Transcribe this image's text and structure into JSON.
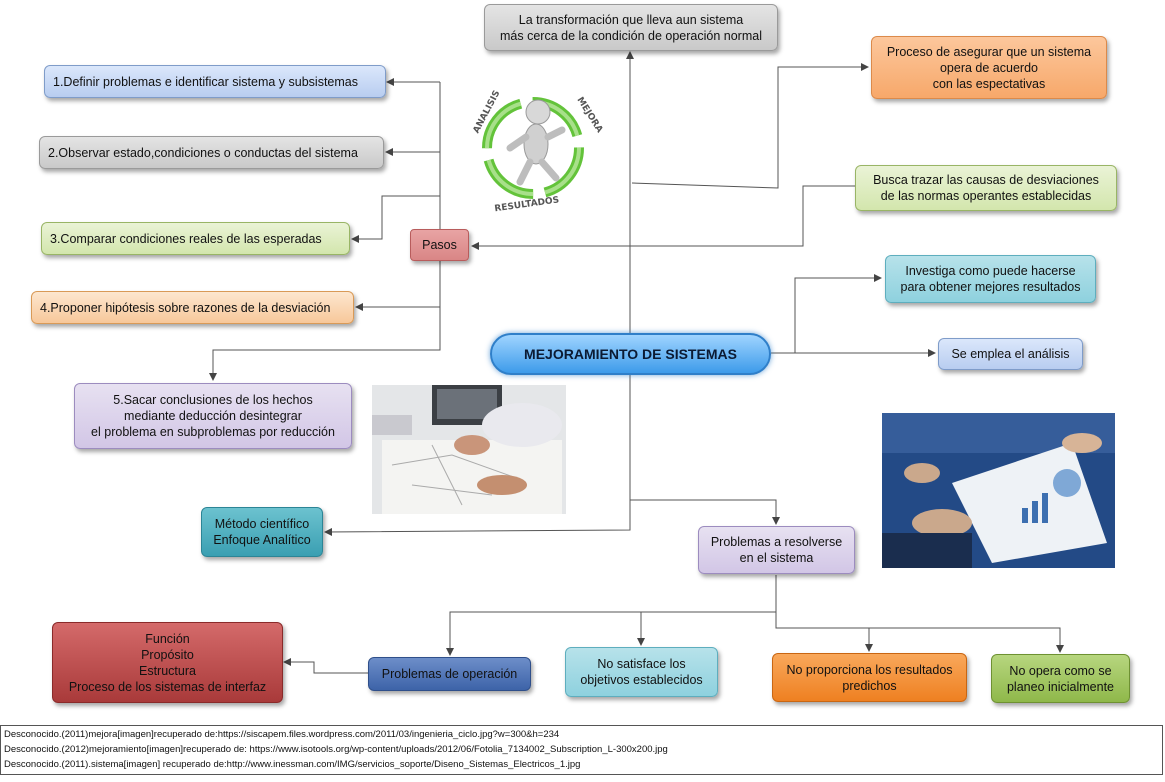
{
  "center": "MEJORAMIENTO DE SISTEMAS",
  "top_node": "La transformación que lleva aun sistema\nmás cerca de la condición de operación normal",
  "right_nodes": [
    "Proceso de asegurar que un sistema\nopera de acuerdo\ncon las espectativas",
    "Busca trazar  las causas de desviaciones\nde las normas operantes establecidas",
    "Investiga como puede hacerse\npara obtener mejores resultados",
    "Se emplea el análisis"
  ],
  "pasos": "Pasos",
  "steps": [
    "1.Definir problemas e identificar sistema y subsistemas",
    "2.Observar estado,condiciones o conductas del sistema",
    "3.Comparar condiciones  reales de las esperadas",
    "4.Proponer hipótesis sobre razones de la desviación",
    "5.Sacar conclusiones  de los hechos\nmediante deducción  desintegrar\nel problema en subproblemas  por reducción"
  ],
  "metodo": "Método científico\nEnfoque Analítico",
  "problemas": "Problemas a resolverse\nen el sistema",
  "problem_types": [
    "Problemas de operación",
    "No satisface los\nobjetivos establecidos",
    "No proporciona los resultados\npredichos",
    "No opera como se\nplaneo inicialmente"
  ],
  "funcion": "Función\nPropósito\nEstructura\nProceso de los sistemas de interfaz",
  "logo_words": [
    "ANALISIS",
    "MEJORA",
    "RESULTADOS"
  ],
  "references": [
    "Desconocido.(2011)mejora[imagen]recuperado de:https://siscapem.files.wordpress.com/2011/03/ingenieria_ciclo.jpg?w=300&h=234",
    "Desconocido.(2012)mejoramiento[imagen]recuperado de: https://www.isotools.org/wp-content/uploads/2012/06/Fotolia_7134002_Subscription_L-300x200.jpg",
    "Desconocido.(2011).sistema[imagen] recuperado de:http://www.inessman.com/IMG/servicios_soporte/Diseno_Sistemas_Electricos_1.jpg"
  ]
}
